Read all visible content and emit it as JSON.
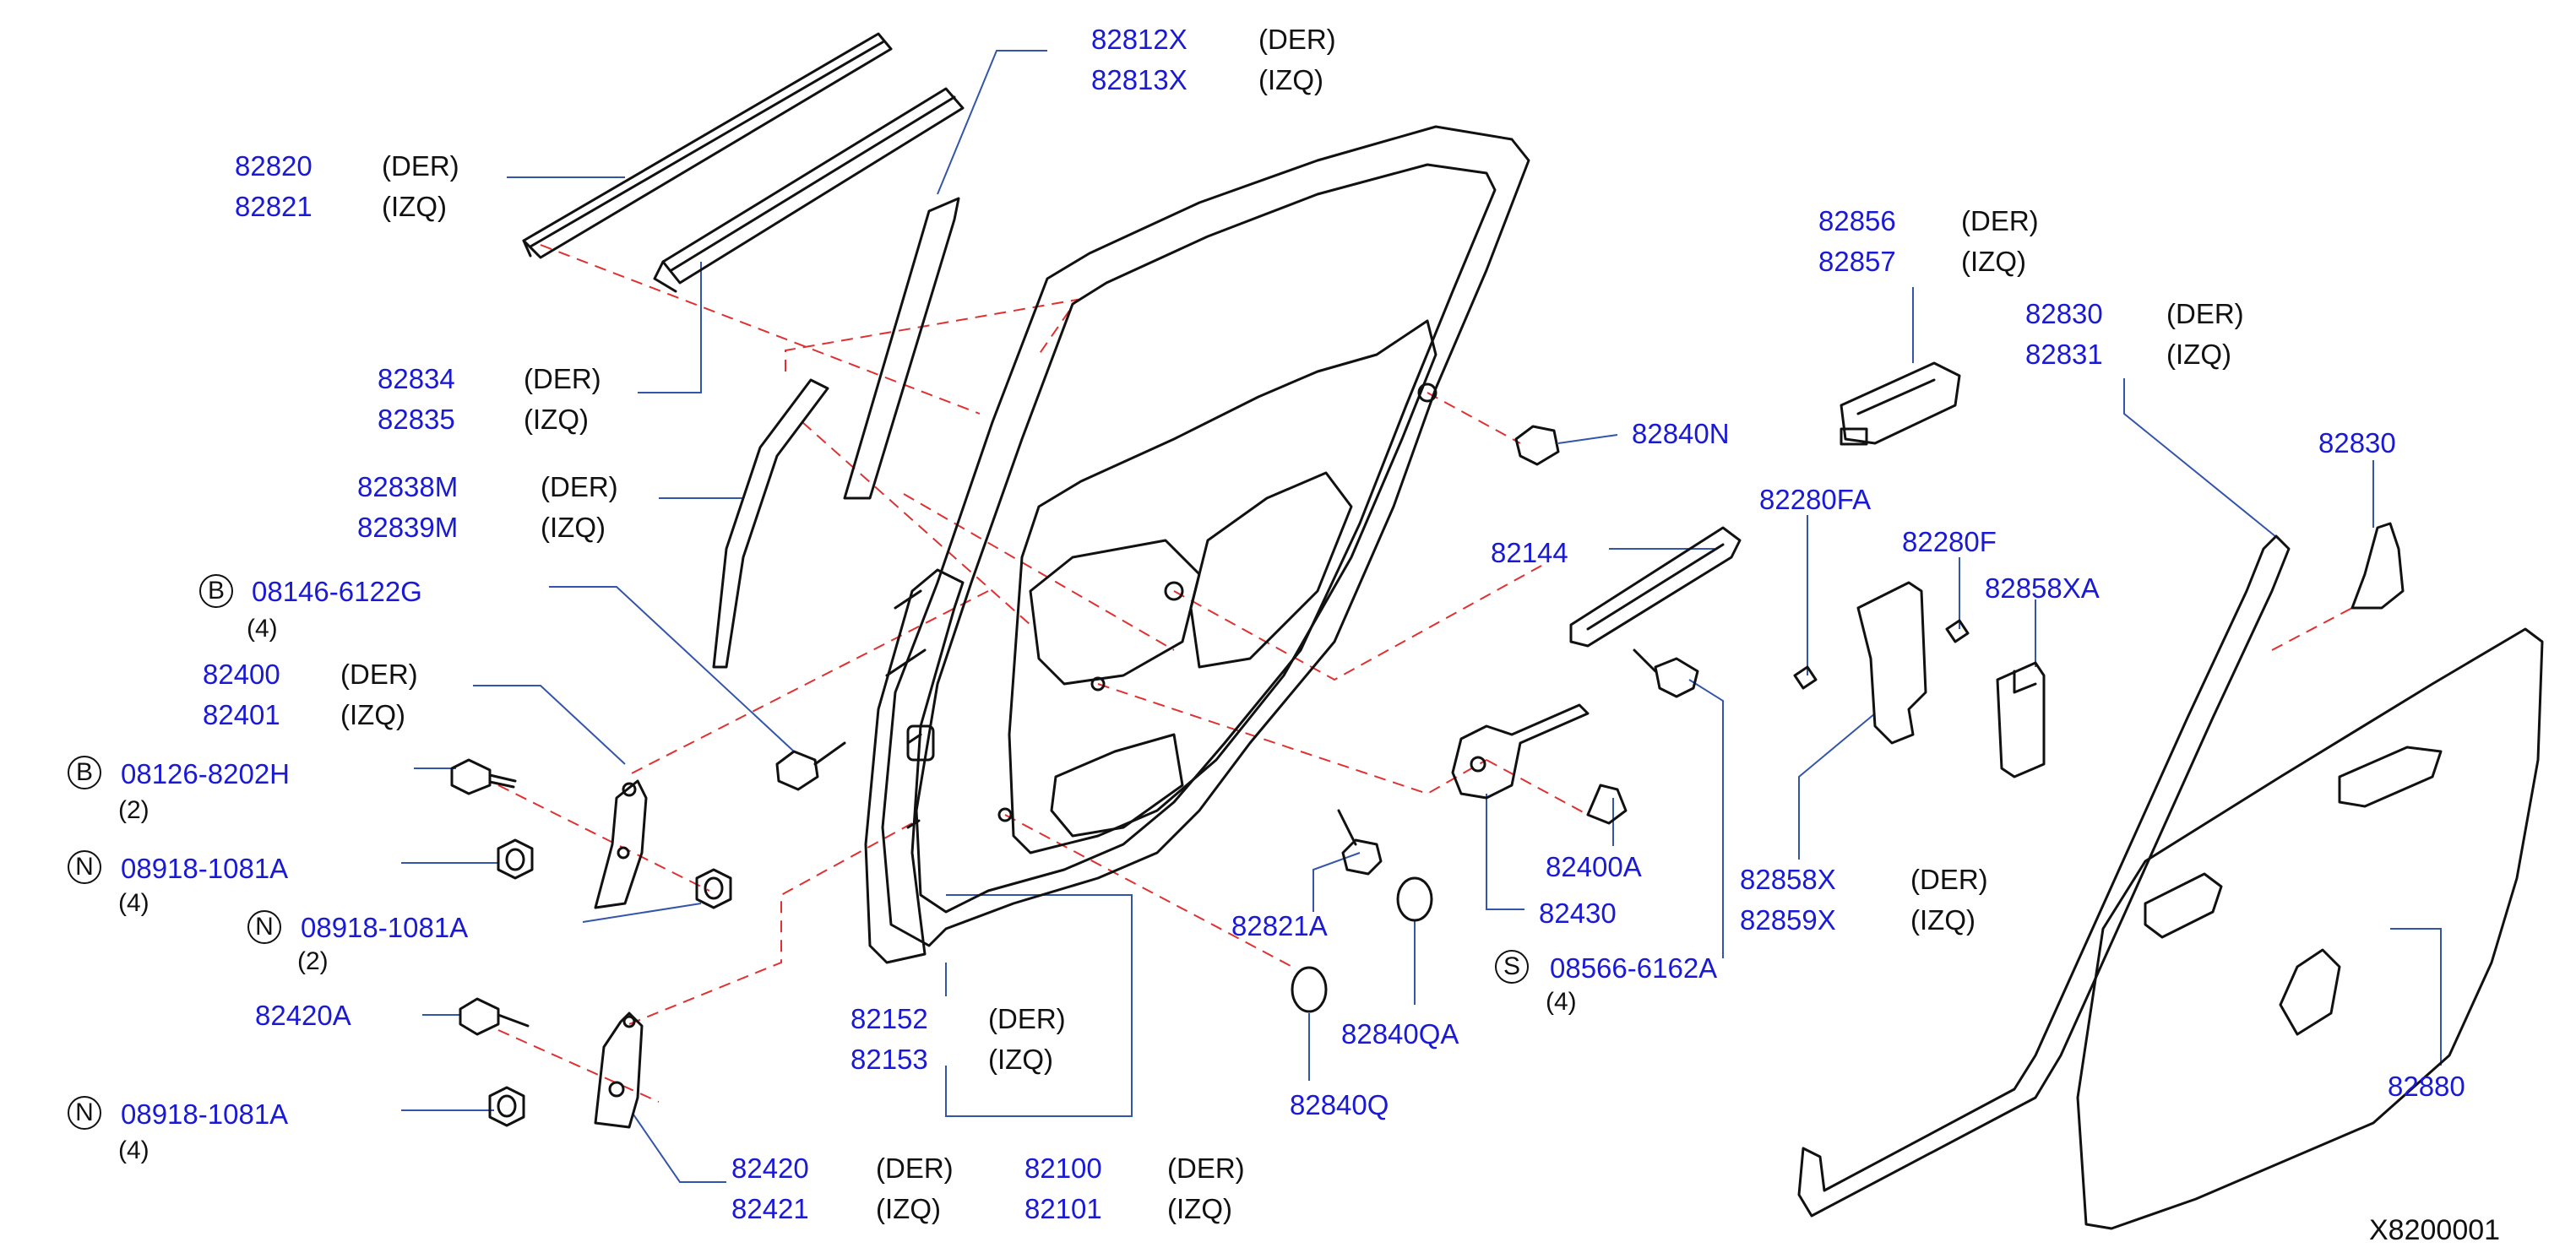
{
  "colors": {
    "part_number": "#1a1ad6",
    "text": "#111111",
    "leader": "#3355aa",
    "dash": "#e03030",
    "line": "#111111"
  },
  "callouts": {
    "c82812": {
      "pn1": "82812X",
      "pn2": "82813X",
      "s1": "(DER)",
      "s2": "(IZQ)"
    },
    "c82820": {
      "pn1": "82820",
      "pn2": "82821",
      "s1": "(DER)",
      "s2": "(IZQ)"
    },
    "c82834": {
      "pn1": "82834",
      "pn2": "82835",
      "s1": "(DER)",
      "s2": "(IZQ)"
    },
    "c82838": {
      "pn1": "82838M",
      "pn2": "82839M",
      "s1": "(DER)",
      "s2": "(IZQ)"
    },
    "c08146": {
      "badge": "B",
      "pn": "08146-6122G",
      "qty": "(4)"
    },
    "c82400": {
      "pn1": "82400",
      "pn2": "82401",
      "s1": "(DER)",
      "s2": "(IZQ)"
    },
    "c08126": {
      "badge": "B",
      "pn": "08126-8202H",
      "qty": "(2)"
    },
    "c08918a": {
      "badge": "N",
      "pn": "08918-1081A",
      "qty": "(4)"
    },
    "c08918b": {
      "badge": "N",
      "pn": "08918-1081A",
      "qty": "(2)"
    },
    "c82420A": {
      "pn": "82420A"
    },
    "c08918c": {
      "badge": "N",
      "pn": "08918-1081A",
      "qty": "(4)"
    },
    "c82420": {
      "pn1": "82420",
      "pn2": "82421",
      "s1": "(DER)",
      "s2": "(IZQ)"
    },
    "c82100": {
      "pn1": "82100",
      "pn2": "82101",
      "s1": "(DER)",
      "s2": "(IZQ)"
    },
    "c82152": {
      "pn1": "82152",
      "pn2": "82153",
      "s1": "(DER)",
      "s2": "(IZQ)"
    },
    "c82821A": {
      "pn": "82821A"
    },
    "c82840Q": {
      "pn": "82840Q"
    },
    "c82840QA": {
      "pn": "82840QA"
    },
    "c82430": {
      "pn": "82430"
    },
    "c82400A": {
      "pn": "82400A"
    },
    "c08566": {
      "badge": "S",
      "pn": "08566-6162A",
      "qty": "(4)"
    },
    "c82144": {
      "pn": "82144"
    },
    "c82840N": {
      "pn": "82840N"
    },
    "c82856": {
      "pn1": "82856",
      "pn2": "82857",
      "s1": "(DER)",
      "s2": "(IZQ)"
    },
    "c82280FA": {
      "pn": "82280FA"
    },
    "c82280F": {
      "pn": "82280F"
    },
    "c82858XA": {
      "pn": "82858XA"
    },
    "c82858X": {
      "pn1": "82858X",
      "pn2": "82859X",
      "s1": "(DER)",
      "s2": "(IZQ)"
    },
    "c82830a": {
      "pn1": "82830",
      "pn2": "82831",
      "s1": "(DER)",
      "s2": "(IZQ)"
    },
    "c82830b": {
      "pn": "82830"
    },
    "c82880": {
      "pn": "82880"
    }
  },
  "reference_code": "X8200001"
}
